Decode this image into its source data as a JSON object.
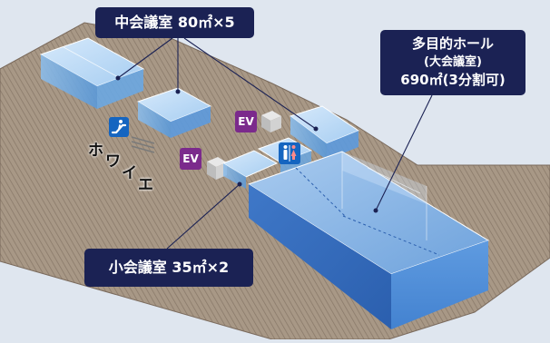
{
  "labels": {
    "medium_room": "中会議室 80㎡×5",
    "small_room": "小会議室 35㎡×2",
    "large_hall_line1": "多目的ホール",
    "large_hall_line2": "(大会議室)",
    "large_hall_line3": "690㎡(3分割可)"
  },
  "badges": {
    "elevator_1": "EV",
    "elevator_2": "EV"
  },
  "foyer": {
    "chars": [
      "ホ",
      "ワ",
      "イ",
      "エ"
    ]
  },
  "icons": {
    "escalator": "escalator-icon",
    "restroom": "restroom-icon"
  },
  "colors": {
    "label_bg": "#1b2254",
    "elevator_badge": "#7b2a8c",
    "icon_blue": "#1565c0",
    "floor": "#a49483",
    "room_blue": "#4a8ad8"
  }
}
